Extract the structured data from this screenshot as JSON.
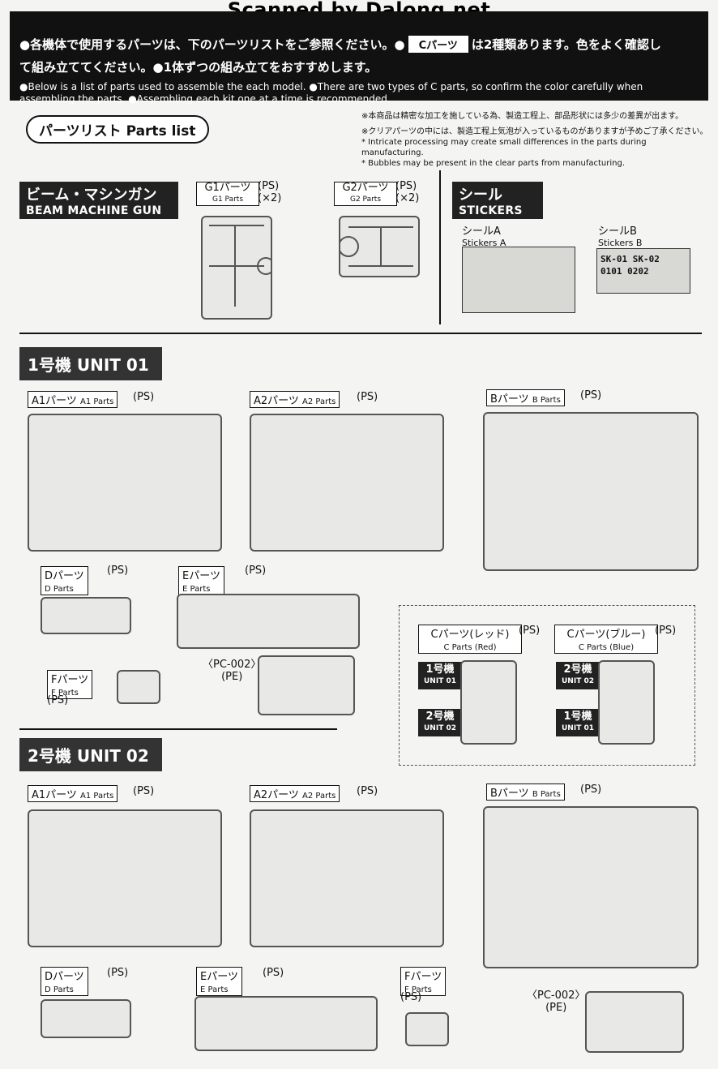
{
  "watermark": "Scanned by Dalong.net",
  "header": {
    "jp_line1_a": "●各機体で使用するパーツは、下のパーツリストをご参照ください。●",
    "c_parts_box": "Cパーツ",
    "jp_line1_b": "は2種類あります。色をよく確認し",
    "jp_line2": "て組み立ててください。●1体ずつの組み立てをおすすめします。",
    "en_line1": "●Below is a list of parts used to assemble the each model. ●There are two types of C parts, so confirm the color carefully when",
    "en_line2": "assembling the parts. ●Assembling each kit one at a time is recommended."
  },
  "parts_list": {
    "title": "パーツリスト Parts list",
    "notes": [
      "※本商品は精密な加工を施している為、製造工程上、部品形状には多少の差異が出ます。",
      "※クリアパーツの中には、製造工程上気泡が入っているものがありますが予めご了承ください。",
      "* Intricate processing may create small differences in the parts during manufacturing.",
      "* Bubbles may be present in the clear parts from manufacturing."
    ]
  },
  "beam_mg": {
    "title_jp": "ビーム・マシンガン",
    "title_en": "BEAM MACHINE GUN",
    "g1_jp": "G1パーツ",
    "g1_en": "G1 Parts",
    "g1_qty": "(PS)(×2)",
    "g2_jp": "G2パーツ",
    "g2_en": "G2 Parts",
    "g2_qty": "(PS)(×2)"
  },
  "stickers": {
    "title_jp": "シール",
    "title_en": "STICKERS",
    "a_jp": "シールA",
    "a_en": "Stickers A",
    "b_jp": "シールB",
    "b_en": "Stickers B",
    "b_text_1": "SK-01 SK-02",
    "b_text_2": "0101 0202"
  },
  "unit01": {
    "title": "1号機 UNIT 01",
    "a1": "A1パーツ",
    "a1_en": "A1 Parts",
    "a2": "A2パーツ",
    "a2_en": "A2 Parts",
    "b": "Bパーツ",
    "b_en": "B Parts",
    "d": "Dパーツ",
    "d_en": "D Parts",
    "e": "Eパーツ",
    "e_en": "E Parts",
    "f": "Fパーツ",
    "f_en": "F Parts",
    "ps": "(PS)",
    "pc": "〈PC-002〉",
    "pe": "(PE)"
  },
  "c_parts": {
    "red_jp": "Cパーツ(レッド)",
    "red_en": "C Parts (Red)",
    "blue_jp": "Cパーツ(ブルー)",
    "blue_en": "C Parts (Blue)",
    "ps": "(PS)",
    "unit01_jp": "1号機",
    "unit01_en": "UNIT 01",
    "unit02_jp": "2号機",
    "unit02_en": "UNIT 02"
  },
  "unit02": {
    "title": "2号機 UNIT 02",
    "a1": "A1パーツ",
    "a1_en": "A1 Parts",
    "a2": "A2パーツ",
    "a2_en": "A2 Parts",
    "b": "Bパーツ",
    "b_en": "B Parts",
    "d": "Dパーツ",
    "d_en": "D Parts",
    "e": "Eパーツ",
    "e_en": "E Parts",
    "f": "Fパーツ",
    "f_en": "F Parts",
    "ps": "(PS)",
    "pc": "〈PC-002〉",
    "pe": "(PE)"
  },
  "colors": {
    "ink": "#111111",
    "sprue": "#555555",
    "paper": "#f4f4f2"
  }
}
